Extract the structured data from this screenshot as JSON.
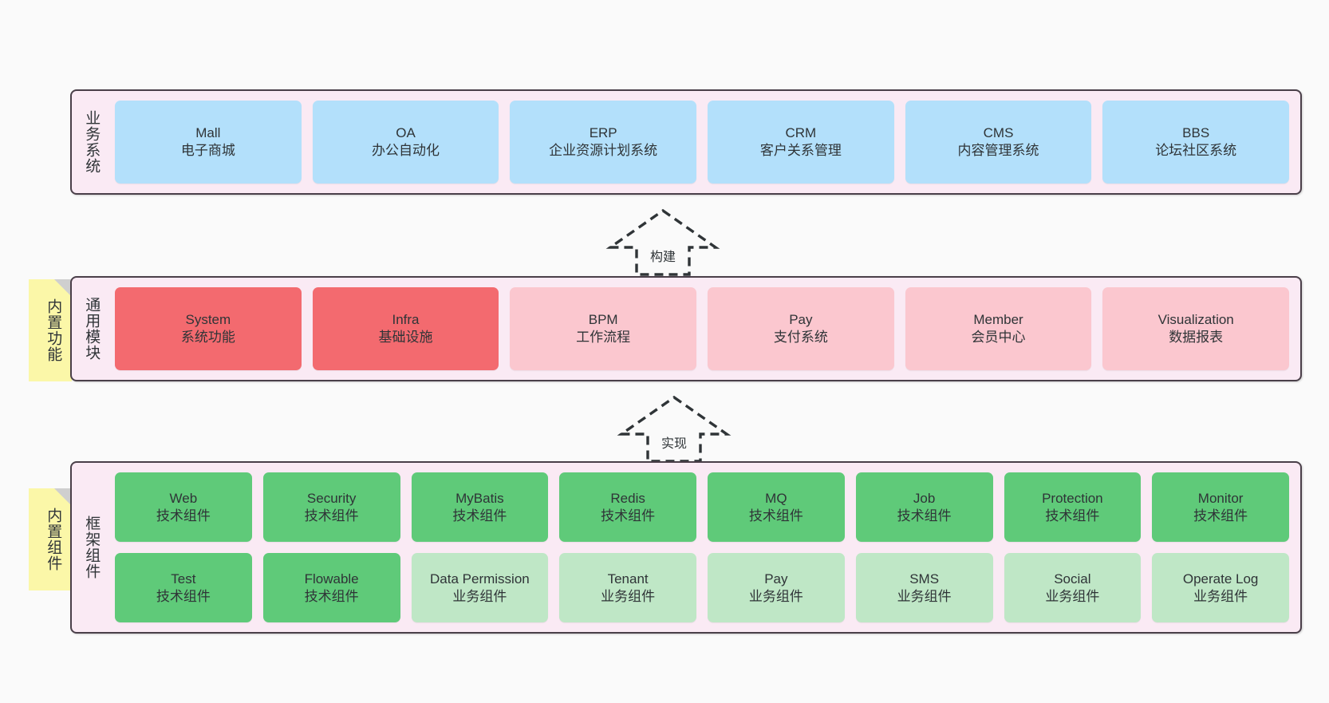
{
  "diagram": {
    "title": "",
    "colors": {
      "canvas": "#fafafa",
      "layer_fill": "#faeaf4",
      "layer_border": "#4a3f49",
      "business_card": "#b3e0fb",
      "module_core": "#f36a6f",
      "module_extra": "#fbc7cf",
      "component_tech": "#5fca79",
      "component_biz": "#bfe7c6",
      "sticky_note": "#fbf7a8",
      "sticky_fold": "#cfcfcf",
      "arrow_stroke": "#2f3437"
    }
  },
  "layers": {
    "business": {
      "caption": "业务系统",
      "cards": [
        {
          "name": "Mall",
          "desc": "电子商城"
        },
        {
          "name": "OA",
          "desc": "办公自动化"
        },
        {
          "name": "ERP",
          "desc": "企业资源计划系统"
        },
        {
          "name": "CRM",
          "desc": "客户关系管理"
        },
        {
          "name": "CMS",
          "desc": "内容管理系统"
        },
        {
          "name": "BBS",
          "desc": "论坛社区系统"
        }
      ]
    },
    "modules": {
      "caption": "通用模块",
      "sticky": "内置功能",
      "cards": [
        {
          "name": "System",
          "desc": "系统功能",
          "tone": "core"
        },
        {
          "name": "Infra",
          "desc": "基础设施",
          "tone": "core"
        },
        {
          "name": "BPM",
          "desc": "工作流程",
          "tone": "extra"
        },
        {
          "name": "Pay",
          "desc": "支付系统",
          "tone": "extra"
        },
        {
          "name": "Member",
          "desc": "会员中心",
          "tone": "extra"
        },
        {
          "name": "Visualization",
          "desc": "数据报表",
          "tone": "extra"
        }
      ]
    },
    "framework": {
      "caption": "框架组件",
      "sticky": "内置组件",
      "row1": [
        {
          "name": "Web",
          "desc": "技术组件"
        },
        {
          "name": "Security",
          "desc": "技术组件"
        },
        {
          "name": "MyBatis",
          "desc": "技术组件"
        },
        {
          "name": "Redis",
          "desc": "技术组件"
        },
        {
          "name": "MQ",
          "desc": "技术组件"
        },
        {
          "name": "Job",
          "desc": "技术组件"
        },
        {
          "name": "Protection",
          "desc": "技术组件"
        },
        {
          "name": "Monitor",
          "desc": "技术组件"
        }
      ],
      "row2": [
        {
          "name": "Test",
          "desc": "技术组件",
          "tone": "tech"
        },
        {
          "name": "Flowable",
          "desc": "技术组件",
          "tone": "tech"
        },
        {
          "name": "Data Permission",
          "desc": "业务组件",
          "tone": "biz"
        },
        {
          "name": "Tenant",
          "desc": "业务组件",
          "tone": "biz"
        },
        {
          "name": "Pay",
          "desc": "业务组件",
          "tone": "biz"
        },
        {
          "name": "SMS",
          "desc": "业务组件",
          "tone": "biz"
        },
        {
          "name": "Social",
          "desc": "业务组件",
          "tone": "biz"
        },
        {
          "name": "Operate Log",
          "desc": "业务组件",
          "tone": "biz"
        }
      ]
    }
  },
  "arrows": [
    {
      "label": "构建"
    },
    {
      "label": "实现"
    }
  ]
}
